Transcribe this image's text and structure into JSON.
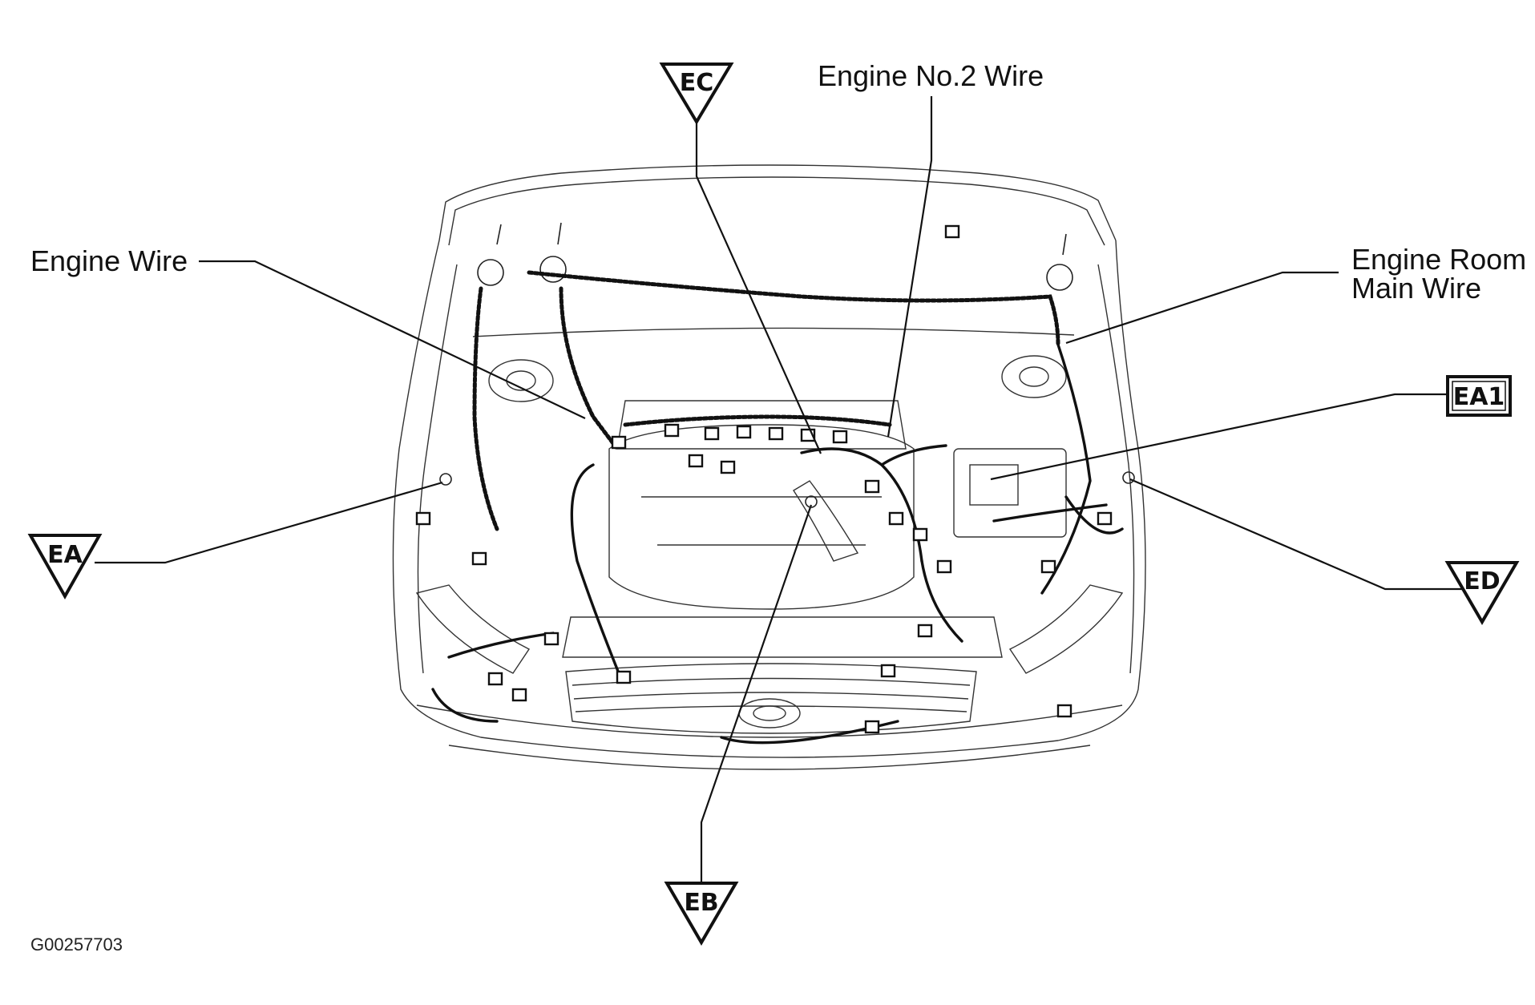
{
  "labels": {
    "engine_wire": "Engine Wire",
    "engine_no2_wire": "Engine No.2 Wire",
    "engine_room_main_wire_line1": "Engine Room",
    "engine_room_main_wire_line2": "Main Wire",
    "figure_id": "G00257703"
  },
  "ground_points": {
    "ea": "EA",
    "eb": "EB",
    "ec": "EC",
    "ed": "ED"
  },
  "connectors": {
    "ea1": "EA1"
  },
  "colors": {
    "line": "#111111",
    "background": "#ffffff"
  }
}
